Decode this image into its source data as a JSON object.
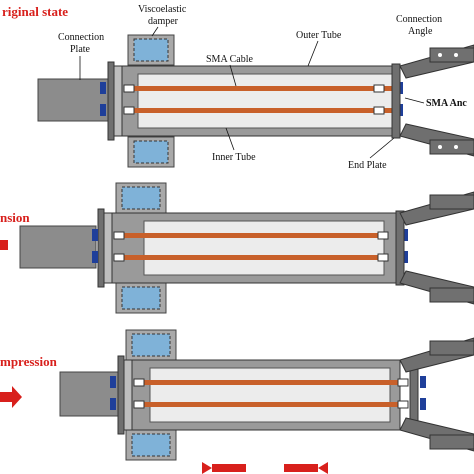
{
  "states": {
    "original": "riginal state",
    "extension": "nsion",
    "compression": "mpression"
  },
  "labels": {
    "viscoelastic_damper_1": "Viscoelastic",
    "viscoelastic_damper_2": "damper",
    "connection_plate_1": "Connection",
    "connection_plate_2": "Plate",
    "sma_cable": "SMA Cable",
    "outer_tube": "Outer Tube",
    "connection_angle_1": "Connection",
    "connection_angle_2": "Angle",
    "sma_anchor": "SMA Anc",
    "inner_tube": "Inner Tube",
    "end_plate": "End Plate"
  },
  "colors": {
    "label_red": "#d8201c",
    "steel_dark": "#6f6f6f",
    "steel_mid": "#9a9a9a",
    "steel_light": "#d6d6d6",
    "tube_fill": "#ececec",
    "sma_cable": "#c8602a",
    "damper_blue": "#7fb2d8",
    "anchor_blue": "#1f3f9a",
    "arrow_red": "#d8201c"
  }
}
